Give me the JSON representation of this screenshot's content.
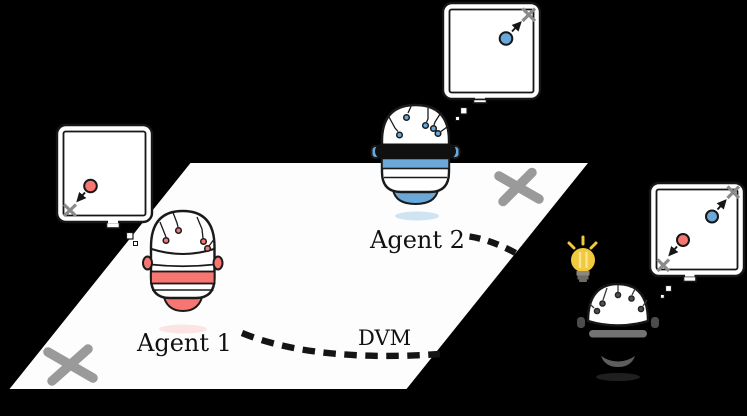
{
  "figure": {
    "background_color": "#000000",
    "plane_color": "#fdfdfd",
    "labels": {
      "agent1": "Agent 1",
      "agent2": "Agent 2",
      "link": "DVM"
    },
    "colors": {
      "agent1_accent": "#f87671",
      "agent2_accent": "#69a8d8",
      "idle_robot_gray": "#737373",
      "plane_x_mark": "#9a9a9a",
      "bubble_x_mark": "#8a8a8a",
      "lightbulb_yellow": "#f0c93e",
      "dashed_link": "#141414"
    },
    "icons": {
      "agent1_thought_bubble": "red-goal-dot-with-arrow-to-x",
      "agent2_thought_bubble": "blue-goal-dot-with-arrow-to-x",
      "idle_robot_thought_bubble": "red-and-blue-goal-dots-with-arrows-to-x",
      "idea": "lightbulb-icon",
      "plane_marks": "x-cross-icon"
    }
  }
}
